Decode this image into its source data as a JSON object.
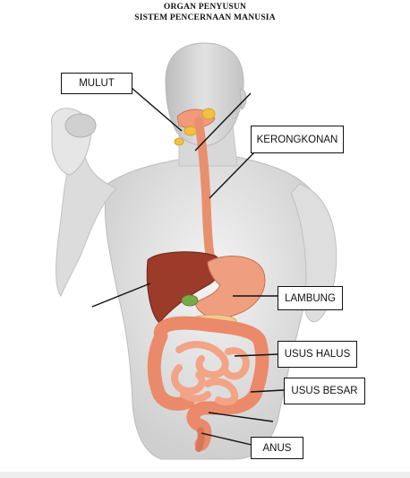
{
  "title_line1": "ORGAN PENYUSUN",
  "title_line2": "SISTEM PENCERNAAN MANUSIA",
  "labels": {
    "mulut": "MULUT",
    "kerongkonan": "KERONGKONAN",
    "lambung": "LAMBUNG",
    "usus_halus": "USUS HALUS",
    "usus_besar": "USUS BESAR",
    "anus": "ANUS"
  },
  "colors": {
    "skin": "#e9e9e9",
    "skin_shadow": "#c9c9c9",
    "esophagus": "#e8906e",
    "liver": "#9c3b2a",
    "stomach": "#ef9f7f",
    "small_intestine": "#f3a486",
    "large_intestine": "#ea8a6a",
    "gland": "#f4c040"
  }
}
